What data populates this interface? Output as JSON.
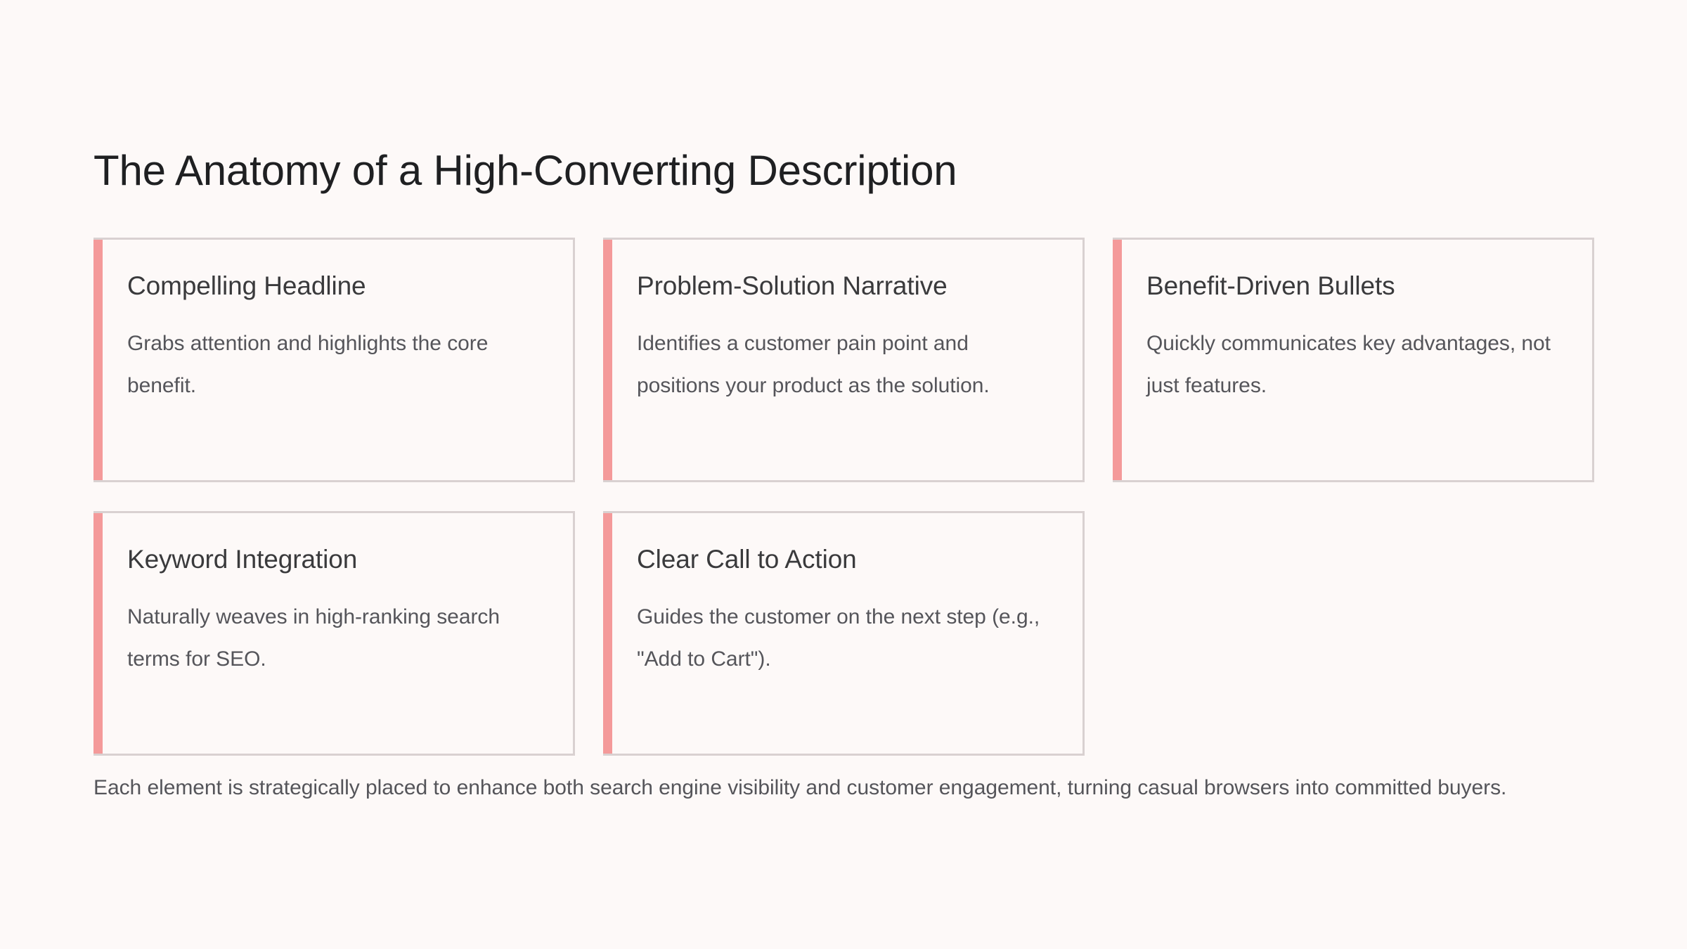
{
  "page": {
    "background_color": "#FDF9F8",
    "title": "The Anatomy of a High-Converting Description",
    "accent_color": "#F49A9A",
    "card_border_color": "#D9D1D1",
    "title_color": "#1F2022",
    "body_text_color": "#55555A"
  },
  "cards": [
    {
      "title": "Compelling Headline",
      "description": "Grabs attention and highlights the core benefit."
    },
    {
      "title": "Problem-Solution Narrative",
      "description": "Identifies a customer pain point and positions your product as the solution."
    },
    {
      "title": "Benefit-Driven Bullets",
      "description": "Quickly communicates key advantages, not just features."
    },
    {
      "title": "Keyword Integration",
      "description": "Naturally weaves in high-ranking search terms for SEO."
    },
    {
      "title": "Clear Call to Action",
      "description": "Guides the customer on the next step (e.g., \"Add to Cart\")."
    }
  ],
  "footer": {
    "note": "Each element is strategically placed to enhance both search engine visibility and customer engagement, turning casual browsers into committed buyers."
  }
}
